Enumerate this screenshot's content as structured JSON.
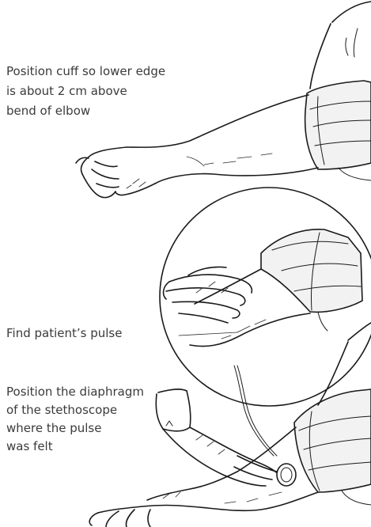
{
  "captions": {
    "step1": "Position cuff so lower edge\nis about 2 cm above\nbend of elbow",
    "step2": "Find patient’s pulse",
    "step3": "Position the diaphragm\nof the stethoscope\nwhere the pulse\nwas felt"
  },
  "colors": {
    "text": "#3b3b3b",
    "ink": "#1a1a1a",
    "background": "#ffffff"
  }
}
